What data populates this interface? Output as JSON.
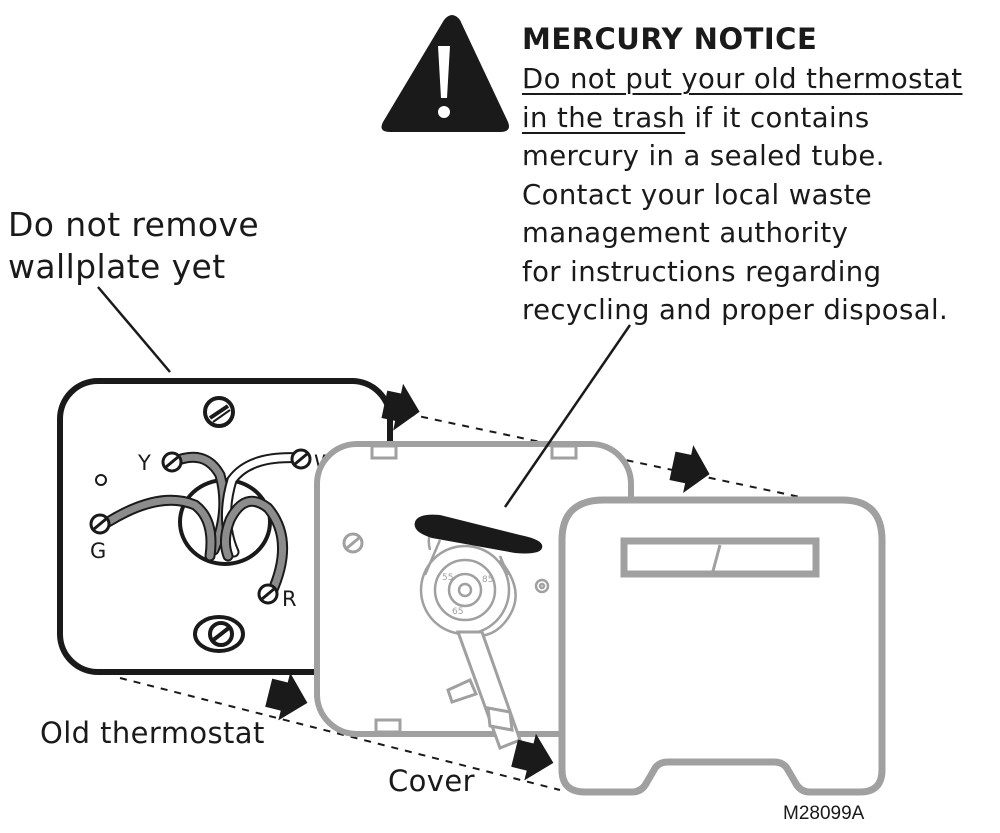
{
  "notice": {
    "title": "MERCURY NOTICE",
    "line1": "Do not put your old thermostat",
    "line2_underlined": "in the trash",
    "line2_rest": " if it contains",
    "line3": "mercury in a sealed tube.",
    "line4": "Contact your local waste",
    "line5": "management authority",
    "line6": "for instructions regarding",
    "line7": "recycling and proper disposal."
  },
  "labels": {
    "wallplate_line1": "Do not remove",
    "wallplate_line2": "wallplate yet",
    "old_thermostat": "Old thermostat",
    "cover": "Cover",
    "figure_code": "M28099A"
  },
  "terminals": {
    "y": "Y",
    "w": "W",
    "g": "G",
    "r": "R"
  },
  "icons": [
    "warning-triangle-icon",
    "arrow-right-icon",
    "mercury-tube",
    "screw"
  ]
}
